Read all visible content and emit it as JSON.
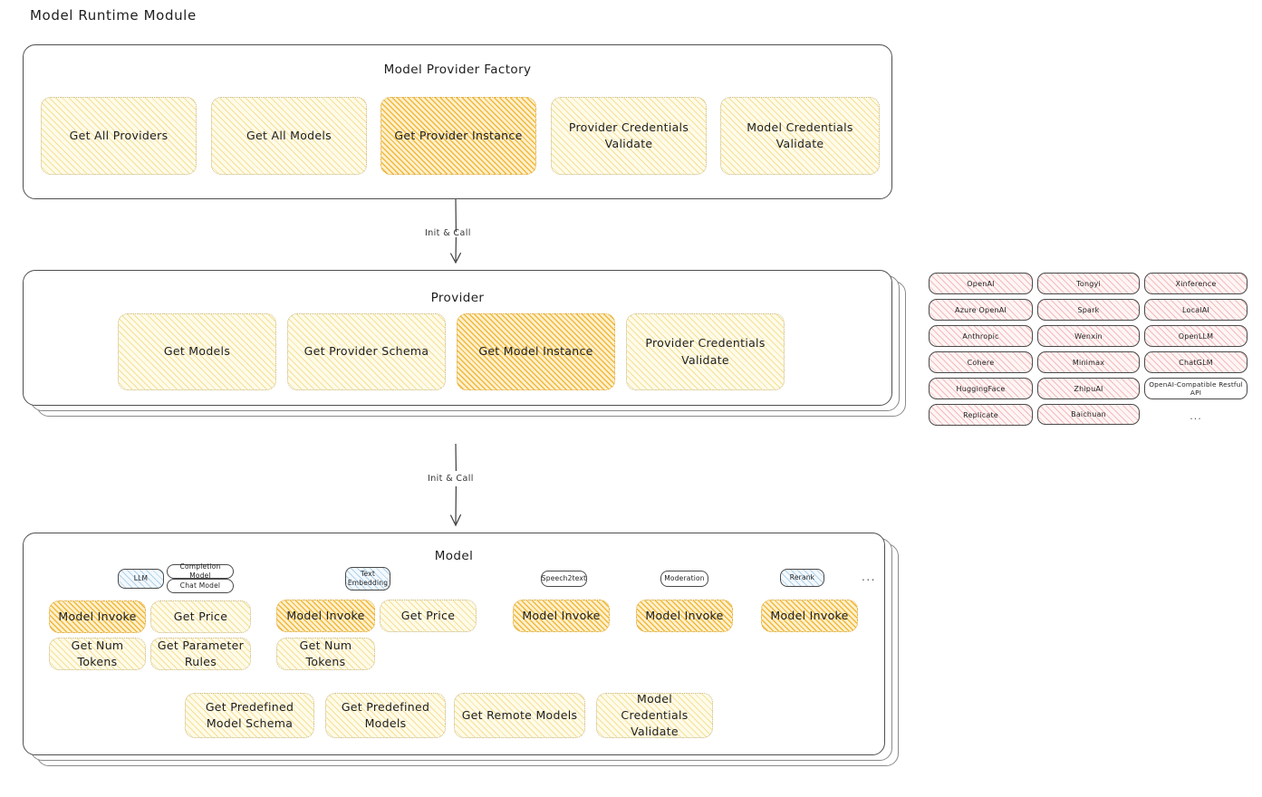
{
  "page": {
    "title": "Model Runtime Module"
  },
  "factory": {
    "title": "Model Provider Factory",
    "methods": [
      {
        "label": "Get All Providers",
        "highlight": false
      },
      {
        "label": "Get All Models",
        "highlight": false
      },
      {
        "label": "Get Provider Instance",
        "highlight": true
      },
      {
        "label": "Provider Credentials Validate",
        "highlight": false
      },
      {
        "label": "Model Credentials Validate",
        "highlight": false
      }
    ]
  },
  "arrows": {
    "factory_to_provider": "Init & Call",
    "provider_to_model": "Init & Call"
  },
  "provider": {
    "title": "Provider",
    "methods": [
      {
        "label": "Get Models",
        "highlight": false
      },
      {
        "label": "Get Provider Schema",
        "highlight": false
      },
      {
        "label": "Get Model Instance",
        "highlight": true
      },
      {
        "label": "Provider Credentials Validate",
        "highlight": false
      }
    ]
  },
  "provider_list": {
    "columns": [
      [
        "OpenAI",
        "Azure OpenAI",
        "Anthropic",
        "Cohere",
        "HuggingFace",
        "Replicate"
      ],
      [
        "Tongyi",
        "Spark",
        "Wenxin",
        "Minimax",
        "ZhipuAI",
        "Baichuan"
      ],
      [
        "Xinference",
        "LocalAI",
        "OpenLLM",
        "ChatGLM",
        "OpenAI-Compatible Restful API"
      ]
    ],
    "more": "..."
  },
  "model": {
    "title": "Model",
    "more": "...",
    "types": [
      {
        "name": "LLM",
        "filled": true,
        "subtypes": [
          "Completion Model",
          "Chat Model"
        ],
        "methods": [
          {
            "label": "Model Invoke",
            "highlight": true
          },
          {
            "label": "Get Price",
            "highlight": false
          },
          {
            "label": "Get Num Tokens",
            "highlight": false
          },
          {
            "label": "Get Parameter Rules",
            "highlight": false
          }
        ]
      },
      {
        "name": "Text Embedding",
        "filled": true,
        "subtypes": [],
        "methods": [
          {
            "label": "Model Invoke",
            "highlight": true
          },
          {
            "label": "Get Price",
            "highlight": false
          },
          {
            "label": "Get Num Tokens",
            "highlight": false
          }
        ]
      },
      {
        "name": "Speech2text",
        "filled": false,
        "subtypes": [],
        "methods": [
          {
            "label": "Model Invoke",
            "highlight": true
          }
        ]
      },
      {
        "name": "Moderation",
        "filled": false,
        "subtypes": [],
        "methods": [
          {
            "label": "Model Invoke",
            "highlight": true
          }
        ]
      },
      {
        "name": "Rerank",
        "filled": true,
        "subtypes": [],
        "methods": [
          {
            "label": "Model Invoke",
            "highlight": true
          }
        ]
      }
    ],
    "shared_methods": [
      "Get Predefined Model Schema",
      "Get Predefined Models",
      "Get Remote Models",
      "Model Credentials Validate"
    ]
  },
  "colors": {
    "highlight_fill": "#f1b730",
    "light_fill": "#fefbe9",
    "provider_tag_fill": "#fff5f5",
    "badge_fill": "#f3f9fd",
    "stroke": "#1e1e1e"
  }
}
